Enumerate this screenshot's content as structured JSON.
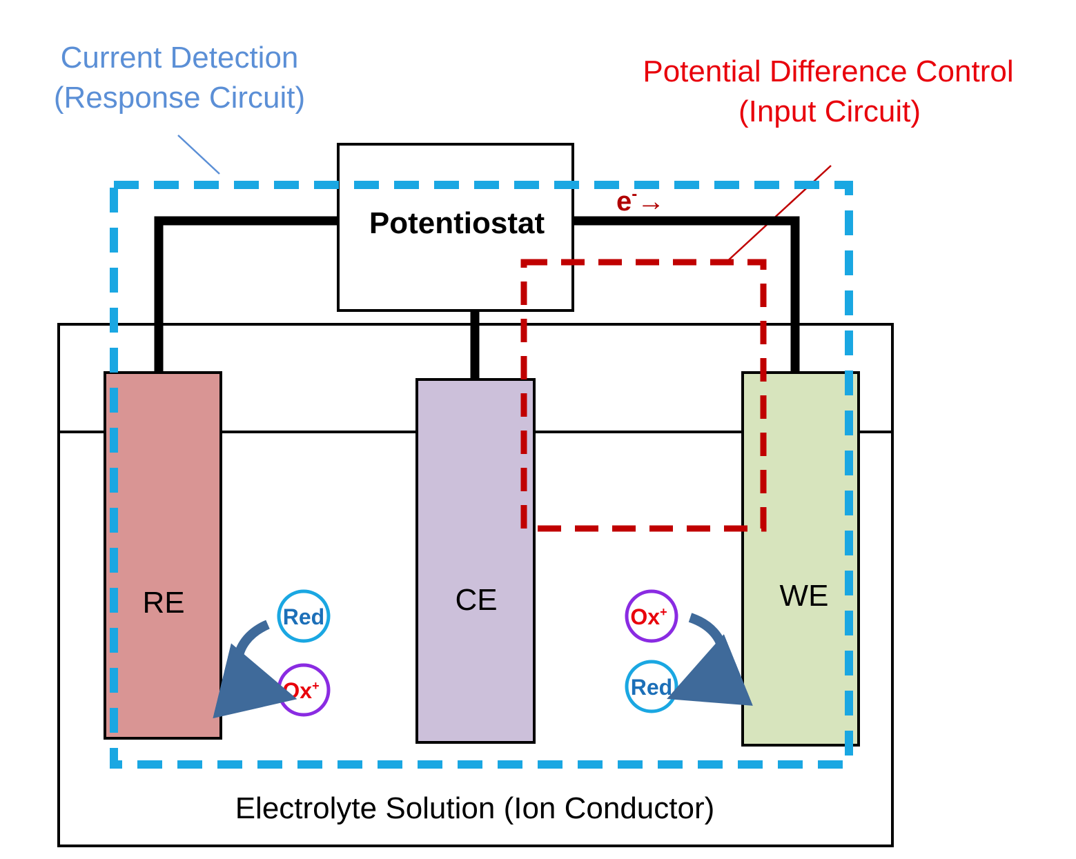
{
  "labels": {
    "current_line1": "Current Detection",
    "current_line2": "(Response Circuit)",
    "potential_line1": "Potential Difference Control",
    "potential_line2": "(Input Circuit)",
    "potentiostat": "Potentiostat",
    "electron": "e",
    "electron_sup": "-",
    "electron_arrow": "→",
    "re": "RE",
    "ce": "CE",
    "we": "WE",
    "electrolyte": "Electrolyte Solution (Ion Conductor)",
    "red": "Red",
    "ox": "Ox",
    "ox_sup": "+"
  },
  "colors": {
    "current_detection": "#5b8fd6",
    "potential_control": "#e8000b",
    "response_loop": "#1aa7e2",
    "input_loop": "#c00000",
    "wire": "#000000",
    "re_electrode": "#d99594",
    "ce_electrode": "#ccc0da",
    "we_electrode": "#d7e4bd",
    "red_species": "#1aa7e2",
    "ox_species": "#8a2be2",
    "red_text": "#1c6fb8",
    "ox_text": "#e8000b",
    "reaction_arrow": "#3f6a9a",
    "electron_label": "#b00000"
  }
}
